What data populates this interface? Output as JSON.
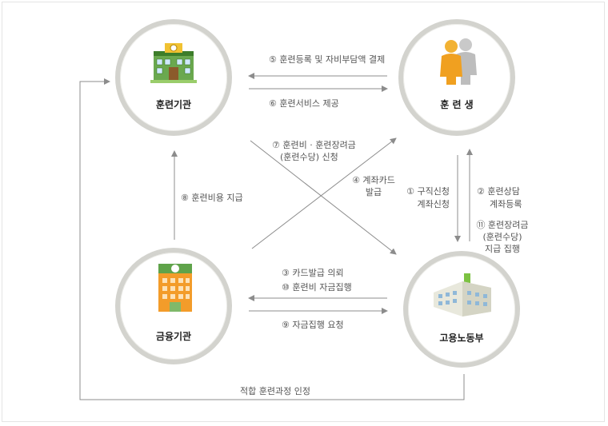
{
  "nodes": {
    "institution": "훈련기관",
    "trainee": "훈 련 생",
    "bank": "금융기관",
    "ministry": "고용노동부"
  },
  "arrows": {
    "a5": "⑤ 훈련등록 및 자비부담액 결제",
    "a6": "⑥ 훈련서비스 제공",
    "a7_line1": "⑦ 훈련비 · 훈련장려금",
    "a7_line2": "(훈련수당) 신청",
    "a4_line1": "④ 계좌카드",
    "a4_line2": "발급",
    "a8": "⑧ 훈련비용 지급",
    "a1_line1": "① 구직신청",
    "a1_line2": "계좌신청",
    "a2_line1": "② 훈련상담",
    "a2_line2": "계좌등록",
    "a11_line1": "⑪ 훈련장려금",
    "a11_line2": "(훈련수당)",
    "a11_line3": "지급 집행",
    "a3": "③ 카드발급 의뢰",
    "a10": "⑩ 훈련비 자금집행",
    "a9": "⑨ 자금집행 요청",
    "bottom": "적합 훈련과정 인정"
  },
  "colors": {
    "line": "#8c8c8c",
    "circle_border": "#d3d3ce"
  },
  "icons": {
    "institution": "school-building-icon",
    "trainee": "people-icon",
    "bank": "bank-building-icon",
    "ministry": "government-building-icon"
  }
}
